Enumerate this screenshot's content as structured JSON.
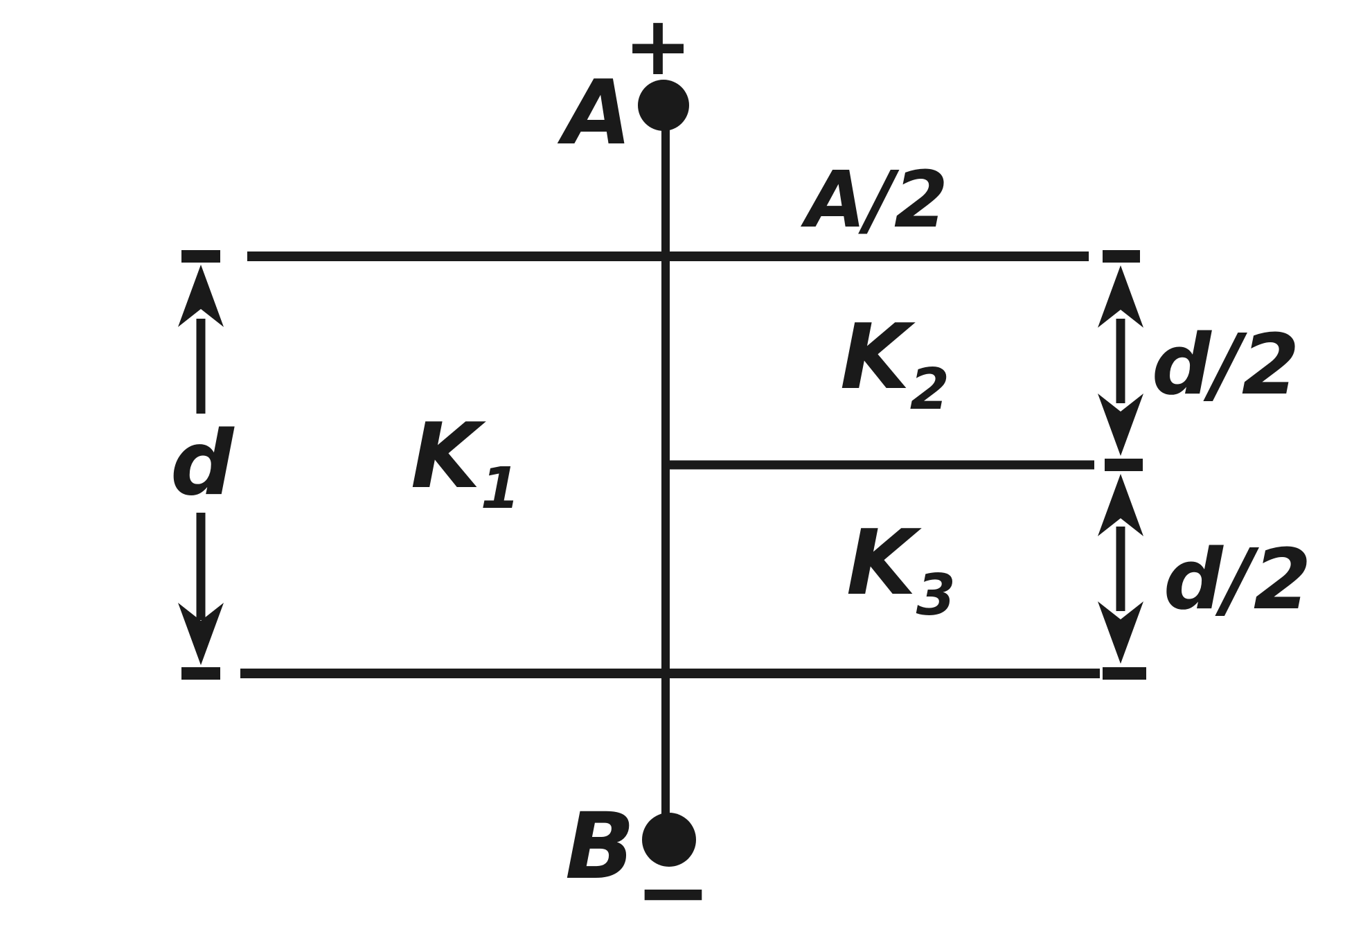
{
  "figure": {
    "background": "#ffffff",
    "ink": "#1a1a1a"
  },
  "terminals": {
    "top_label": "A",
    "top_polarity": "+",
    "bottom_label": "B",
    "bottom_polarity": "−"
  },
  "plate": {
    "area_label": "A/2"
  },
  "gaps": {
    "full": "d",
    "upper_half": "d/2",
    "lower_half": "d/2"
  },
  "dielectrics": {
    "k1": {
      "base": "K",
      "sub": "1"
    },
    "k2": {
      "base": "K",
      "sub": "2"
    },
    "k3": {
      "base": "K",
      "sub": "3"
    }
  }
}
